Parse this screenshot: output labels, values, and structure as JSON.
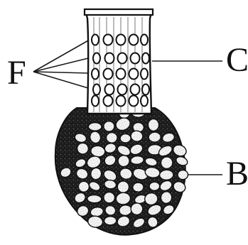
{
  "labels": {
    "f": "F",
    "c": "C",
    "b": "B"
  },
  "colors": {
    "ink": "#1a1a1a",
    "background": "#ffffff"
  }
}
